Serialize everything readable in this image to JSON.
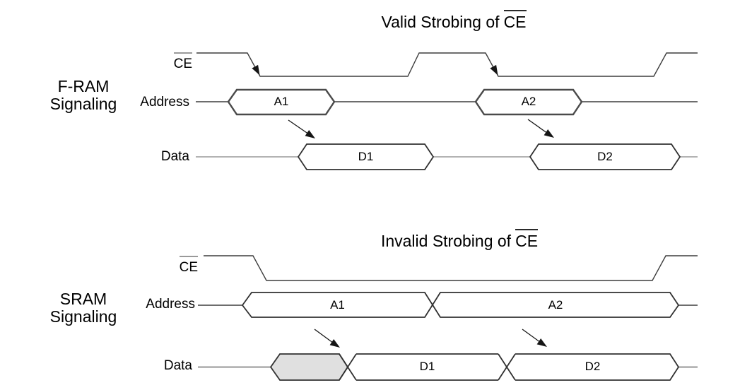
{
  "figure": "chip-enable-strobing-timing-diagram",
  "colors": {
    "line_dark": "#3d3d3d",
    "line_gray": "#9a9a9a",
    "line_gray_dk": "#6e6e6e",
    "outline": "#303030",
    "outline_heavy": "#4a4a4a",
    "invalid_fill": "#e0e0e0",
    "text": "#000000",
    "arrow": "#151515",
    "overline_gray": "#999999",
    "bg": "#ffffff"
  },
  "sections": [
    {
      "title_prefix": "Valid Strobing of",
      "title_overbar": "CE",
      "side_line1": "F-RAM",
      "side_line2": "Signaling",
      "rows": {
        "ce": "CE",
        "address": "Address",
        "data": "Data"
      },
      "address_segments": [
        "A1",
        "A2"
      ],
      "data_segments": [
        "D1",
        "D2"
      ],
      "ce_strobes": 2,
      "arrows": [
        "ce-falling-edge-1",
        "address-A1-to-data-D1",
        "ce-falling-edge-2",
        "address-A2-to-data-D2"
      ]
    },
    {
      "title_prefix": "Invalid Strobing of",
      "title_overbar": "CE",
      "side_line1": "SRAM",
      "side_line2": "Signaling",
      "rows": {
        "ce": "CE",
        "address": "Address",
        "data": "Data"
      },
      "address_segments": [
        "A1",
        "A2"
      ],
      "data_segments": [
        "D1",
        "D2"
      ],
      "ce_strobes": 1,
      "data_invalid_segment": true,
      "arrows": [
        "address-A1-to-data-D1",
        "address-A2-to-data-D2"
      ]
    }
  ]
}
